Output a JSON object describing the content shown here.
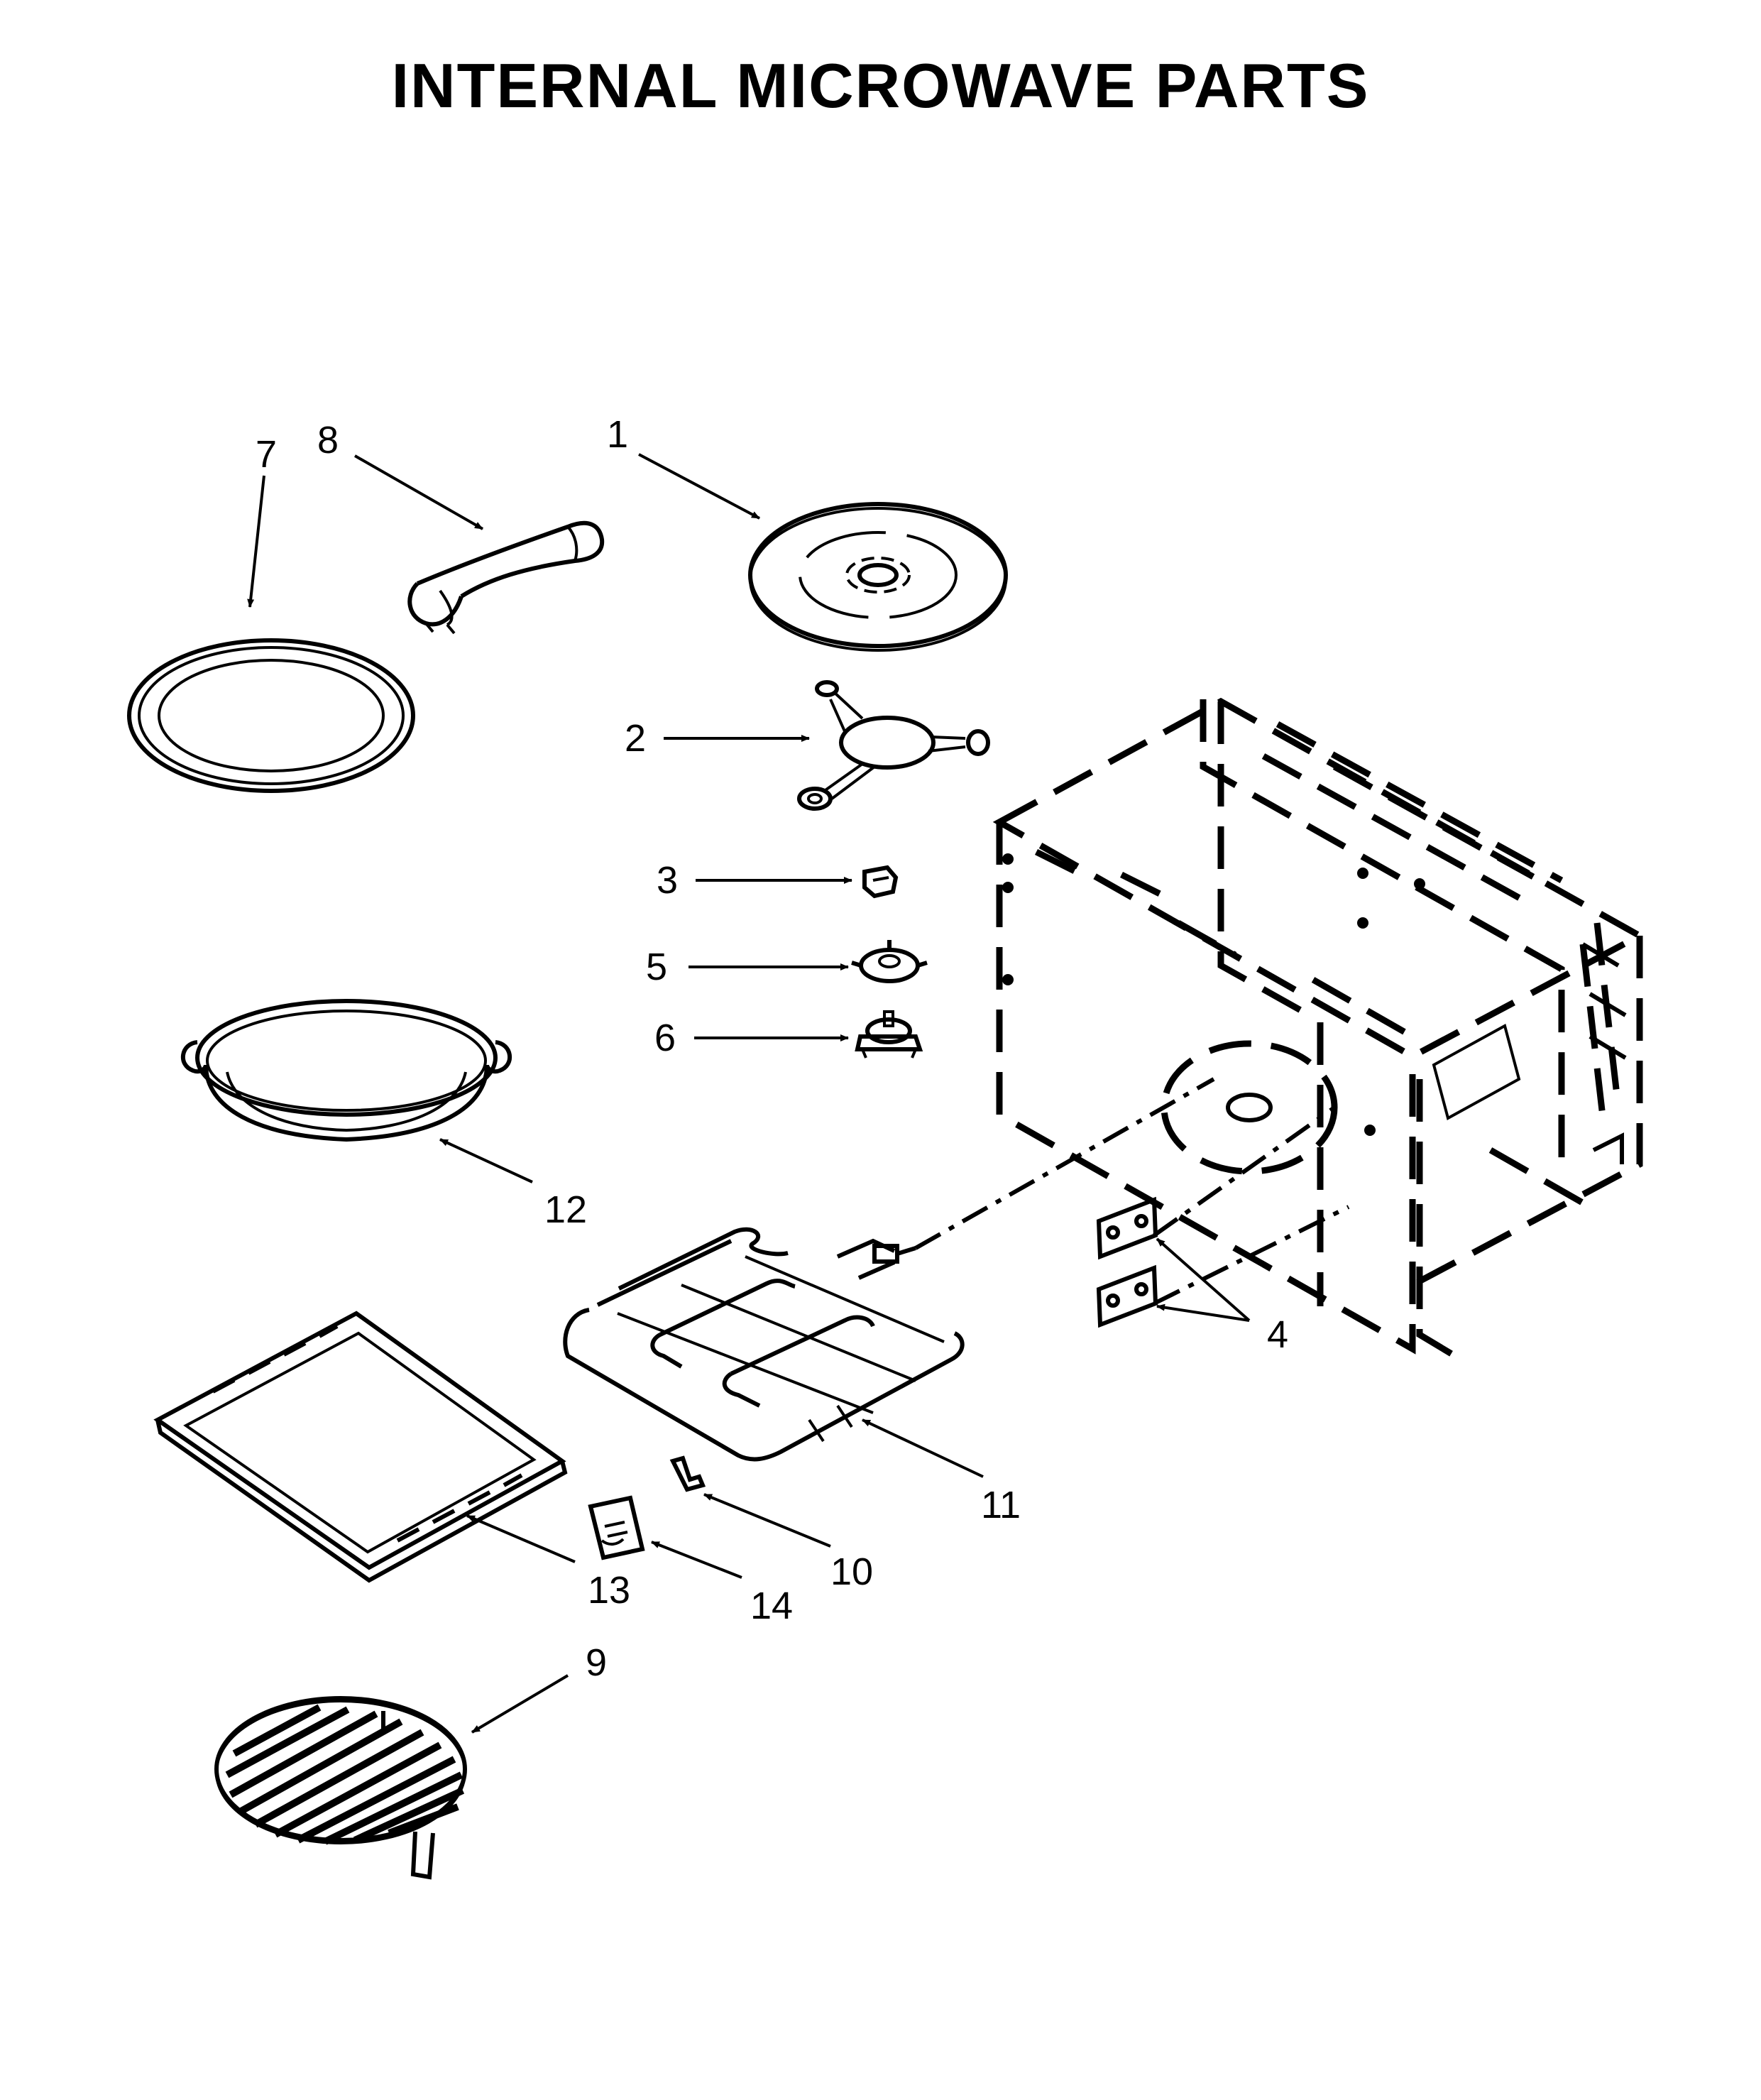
{
  "title": "INTERNAL MICROWAVE PARTS",
  "callouts": [
    "1",
    "2",
    "3",
    "4",
    "5",
    "6",
    "7",
    "8",
    "9",
    "10",
    "11",
    "12",
    "13",
    "14"
  ]
}
